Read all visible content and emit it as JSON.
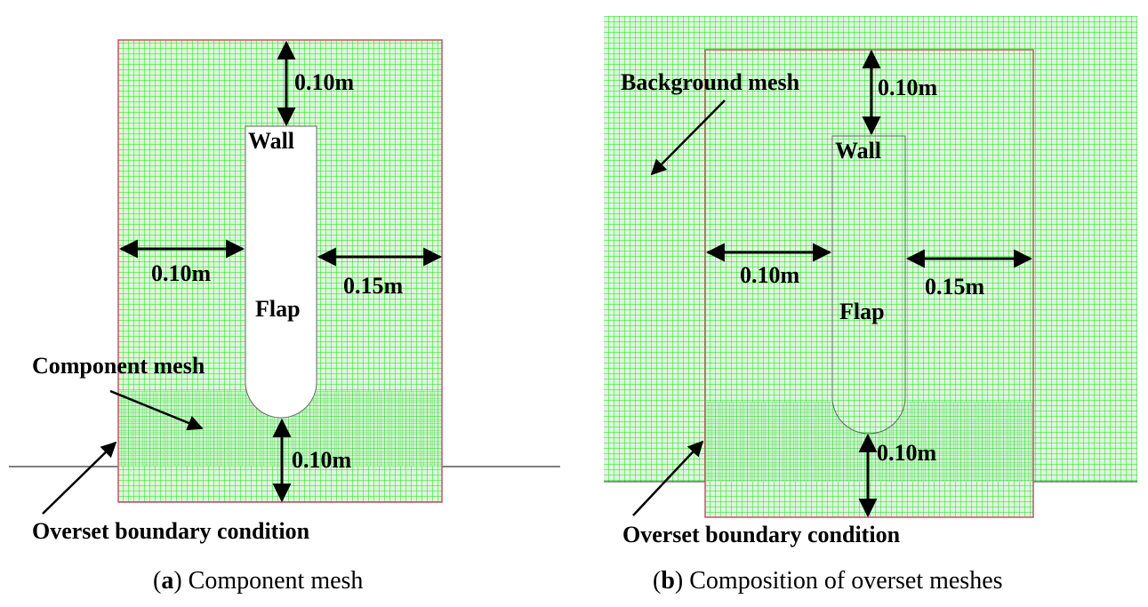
{
  "panel_a": {
    "wall_label": "Wall",
    "flap_label": "Flap",
    "top_gap": "0.10m",
    "left_gap": "0.10m",
    "right_gap": "0.15m",
    "bottom_gap": "0.10m",
    "mesh_label": "Component mesh",
    "boundary_label": "Overset boundary condition",
    "caption_letter": "a",
    "caption_text": " Component mesh"
  },
  "panel_b": {
    "wall_label": "Wall",
    "flap_label": "Flap",
    "top_gap": "0.10m",
    "left_gap": "0.10m",
    "right_gap": "0.15m",
    "bottom_gap": "0.10m",
    "mesh_label": "Background mesh",
    "boundary_label": "Overset boundary condition",
    "caption_letter": "b",
    "caption_text": " Composition of overset meshes"
  },
  "colors": {
    "mesh": "#22dd22",
    "mesh_background": "#dcf8dc",
    "boundary": "#c8506a",
    "arrow": "#000000"
  }
}
